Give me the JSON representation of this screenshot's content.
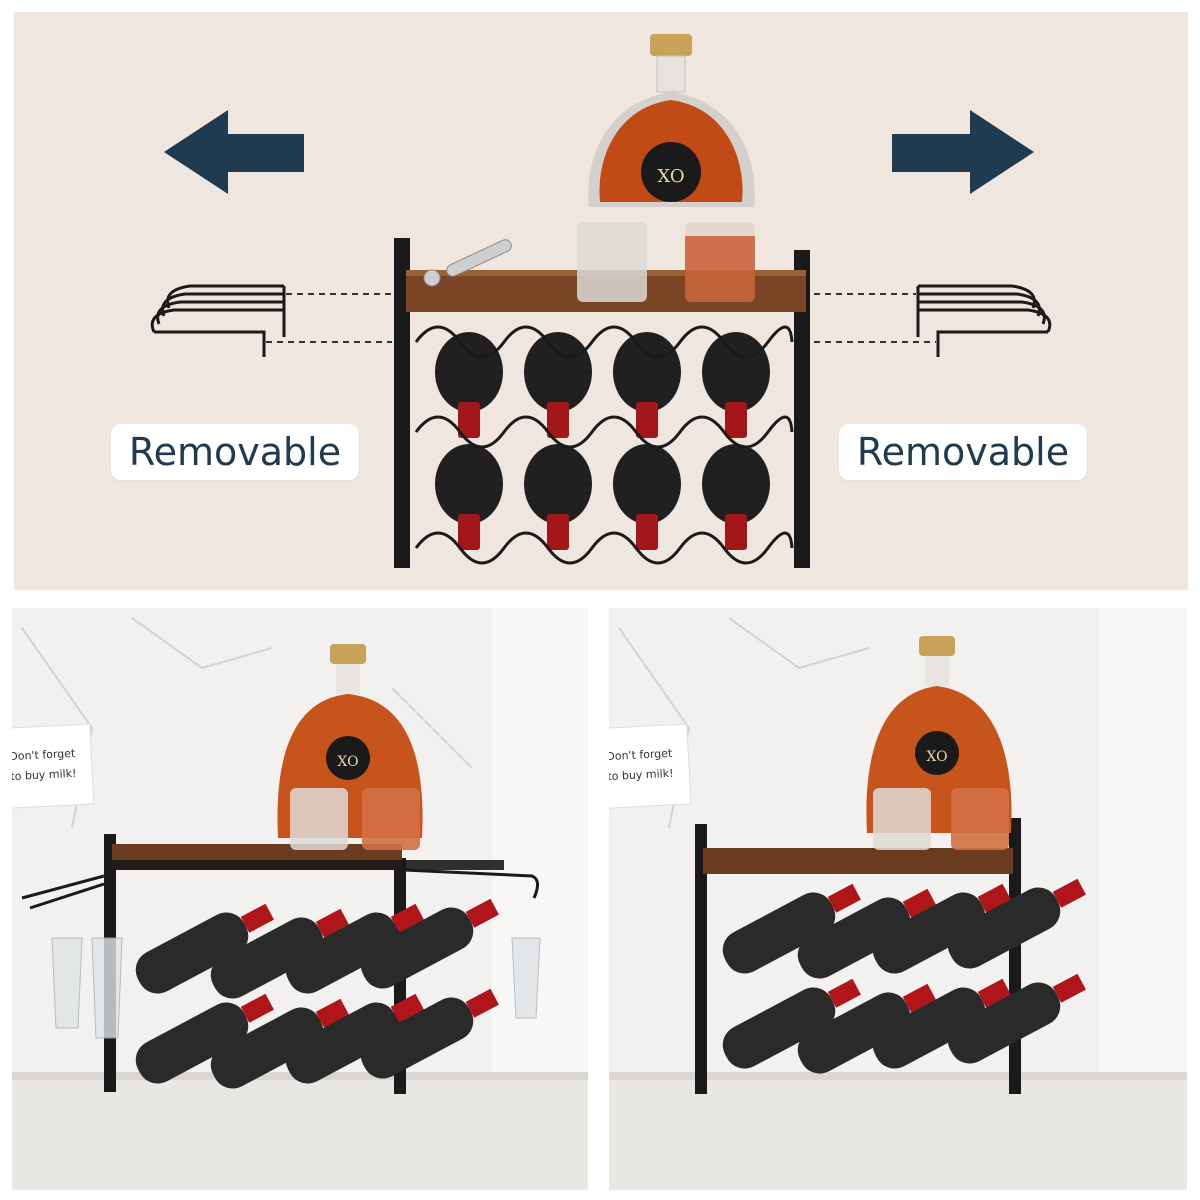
{
  "top_panel": {
    "label_left": "Removable",
    "label_right": "Removable",
    "bottle_label_text": "XO"
  },
  "bottom_left": {
    "note_text": "Don't forget to buy milk!",
    "bottle_label_text": "XO"
  },
  "bottom_right": {
    "note_text": "Don't forget to buy milk!",
    "bottle_label_text": "XO"
  },
  "colors": {
    "arrow": "#203a4f",
    "background_top": "#efe6df",
    "wood": "#6b3b1f",
    "metal": "#1a1a1a",
    "liquor": "#c8501b",
    "wall": "#f2f1f0",
    "counter": "#e9e7e4"
  },
  "icons": [
    "arrow-left-icon",
    "arrow-right-icon"
  ]
}
